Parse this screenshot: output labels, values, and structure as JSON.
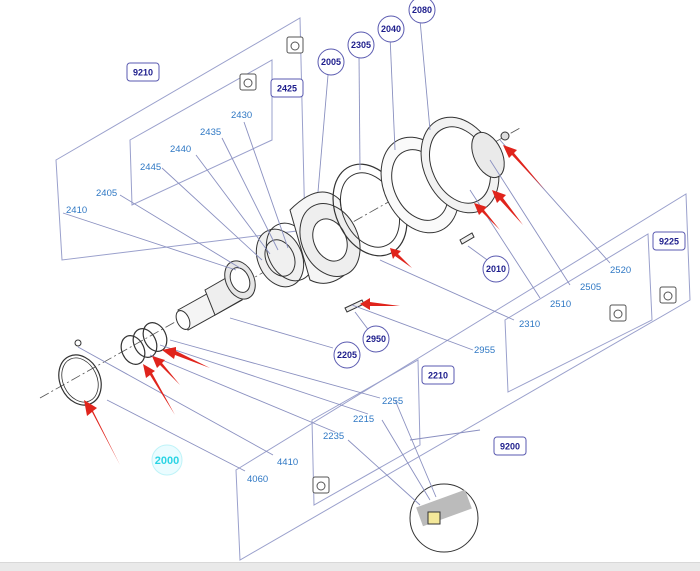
{
  "diagram": {
    "assembly_label": "2000",
    "boxed_labels": [
      "9210",
      "2425",
      "9225",
      "2210",
      "9200"
    ],
    "circled_labels": [
      "2080",
      "2040",
      "2305",
      "2005",
      "2010",
      "2950",
      "2205"
    ],
    "plain_labels": [
      "2430",
      "2435",
      "2440",
      "2445",
      "2405",
      "2410",
      "2520",
      "2505",
      "2510",
      "2310",
      "2955",
      "2255",
      "2215",
      "2235",
      "4410",
      "4060"
    ]
  },
  "colors": {
    "leader": "#8a90c0",
    "plain_label": "#2f78c4",
    "box_border": "#5a5ab0",
    "arrow": "#e0241c",
    "assembly": "#2ad4e4"
  }
}
